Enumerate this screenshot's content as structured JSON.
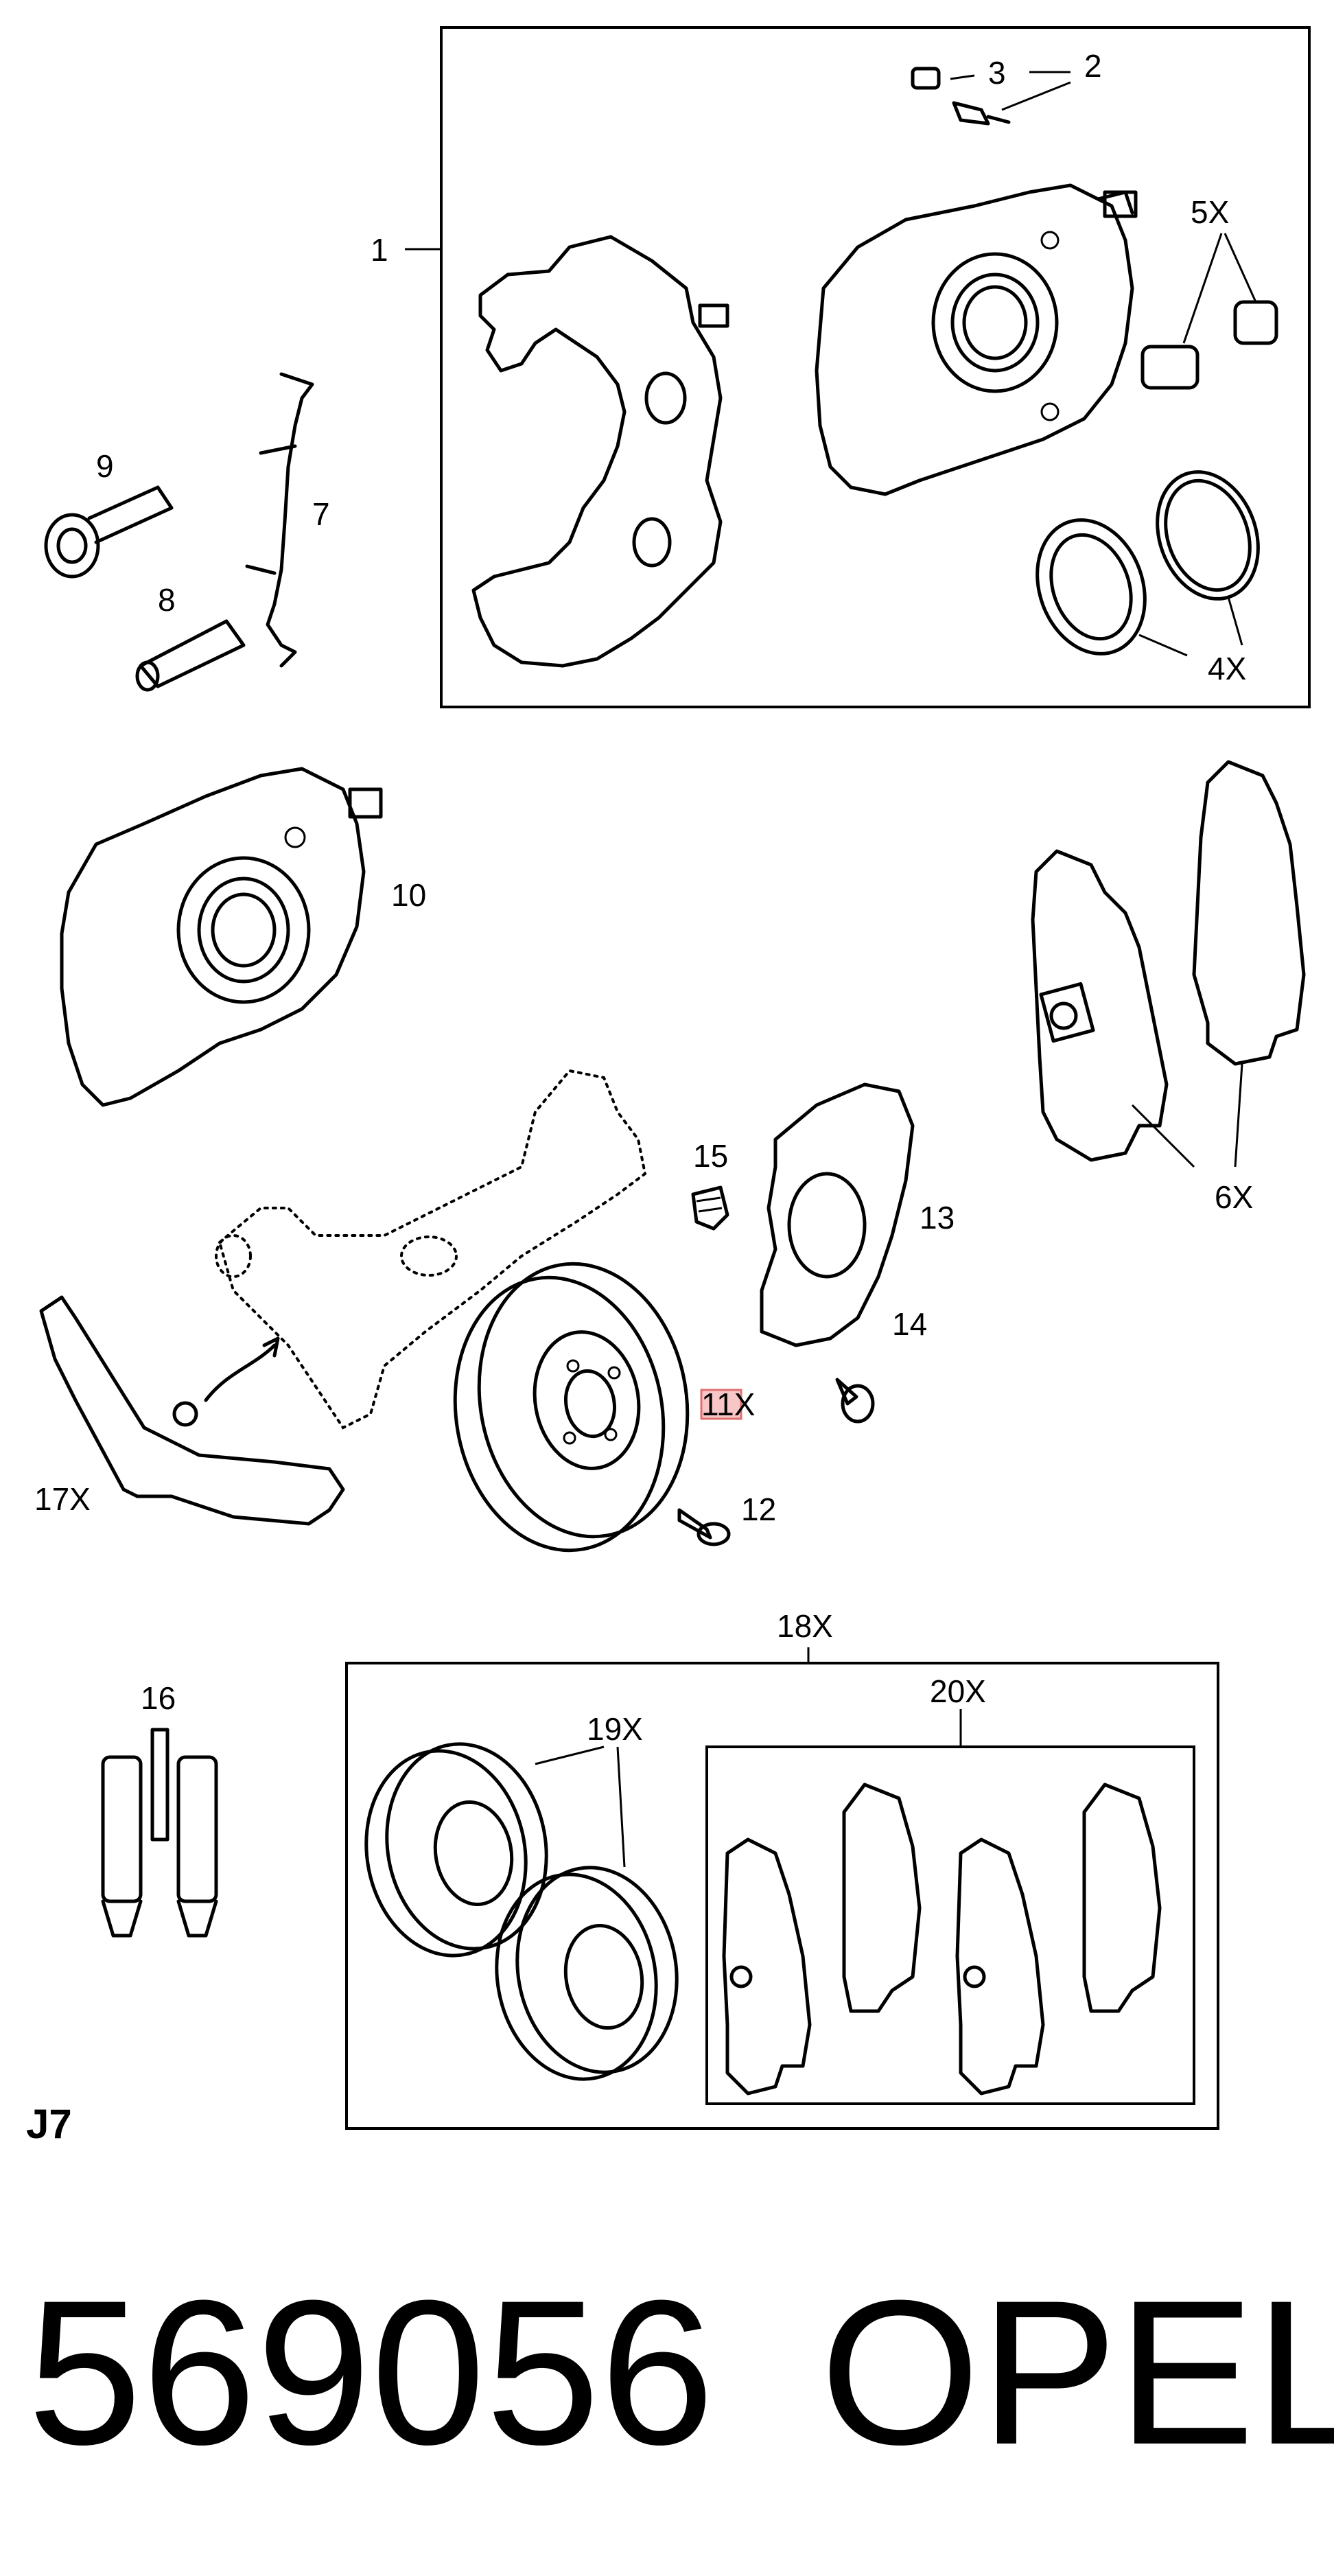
{
  "figure_id": "J7",
  "part_number": "569056",
  "brand": "OPEL",
  "labels": {
    "l1": "1",
    "l2": "2",
    "l3": "3",
    "l4": "4X",
    "l5": "5X",
    "l6": "6X",
    "l7": "7",
    "l8": "8",
    "l9": "9",
    "l10": "10",
    "l11": "11X",
    "l12": "12",
    "l13": "13",
    "l14": "14",
    "l15": "15",
    "l16": "16",
    "l17": "17X",
    "l18": "18X",
    "l19": "19X",
    "l20": "20X"
  },
  "highlight_color": "#f7c6c6"
}
